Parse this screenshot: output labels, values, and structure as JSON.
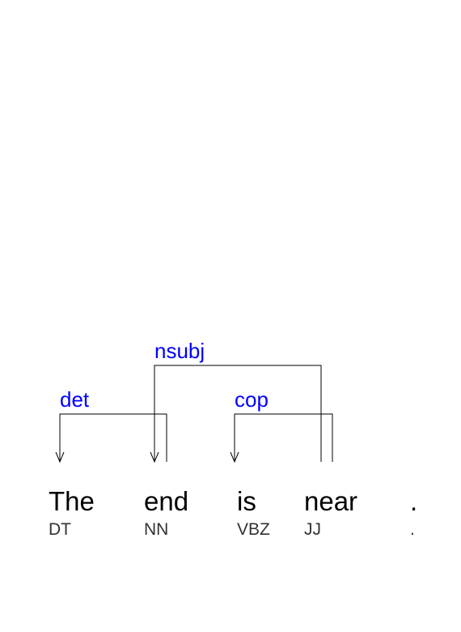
{
  "tokens": [
    {
      "word": "The",
      "tag": "DT"
    },
    {
      "word": "end",
      "tag": "NN"
    },
    {
      "word": "is",
      "tag": "VBZ"
    },
    {
      "word": "near",
      "tag": "JJ"
    },
    {
      "word": ".",
      "tag": "."
    }
  ],
  "relations": [
    {
      "label": "det",
      "head": 1,
      "dependent": 0
    },
    {
      "label": "nsubj",
      "head": 3,
      "dependent": 1
    },
    {
      "label": "cop",
      "head": 3,
      "dependent": 2
    }
  ],
  "colors": {
    "relation_label": "#0000ff",
    "word": "#000000",
    "tag": "#333333",
    "edge": "#000000"
  }
}
